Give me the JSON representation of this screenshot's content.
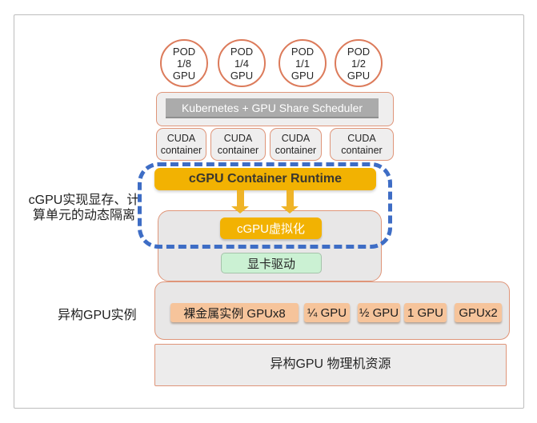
{
  "colors": {
    "salmon-border": "#DF9579",
    "circle-border": "#DC7B5B",
    "gray-fill": "#EFEEEE",
    "scheduler-bar": "#ABABAB",
    "gold": "#F2B202",
    "gold-light": "#EFB428",
    "green-fill": "#CBF1D3",
    "peach-fill": "#F6C49B",
    "dash-blue": "#3E6DC5",
    "text-dark": "#262626"
  },
  "pods": [
    {
      "line1": "POD",
      "line2": "1/8",
      "line3": "GPU"
    },
    {
      "line1": "POD",
      "line2": "1/4",
      "line3": "GPU"
    },
    {
      "line1": "POD",
      "line2": "1/1",
      "line3": "GPU"
    },
    {
      "line1": "POD",
      "line2": "1/2",
      "line3": "GPU"
    }
  ],
  "scheduler": {
    "label": "Kubernetes + GPU Share Scheduler"
  },
  "cuda": [
    {
      "line1": "CUDA",
      "line2": "container"
    },
    {
      "line1": "CUDA",
      "line2": "container"
    },
    {
      "line1": "CUDA",
      "line2": "container"
    },
    {
      "line1": "CUDA",
      "line2": "container"
    }
  ],
  "runtime": {
    "label": "cGPU Container Runtime"
  },
  "virtualization": {
    "label": "cGPU虚拟化"
  },
  "driver": {
    "label": "显卡驱动"
  },
  "annotations": {
    "isolation_line1": "cGPU实现显存、计",
    "isolation_line2": "算单元的动态隔离",
    "instances_label": "异构GPU实例"
  },
  "instances": [
    {
      "label": "裸金属实例 GPUx8"
    },
    {
      "label": "¼ GPU"
    },
    {
      "label": "½ GPU"
    },
    {
      "label": "1 GPU"
    },
    {
      "label": "GPUx2"
    }
  ],
  "physical": {
    "label": "异构GPU 物理机资源"
  }
}
